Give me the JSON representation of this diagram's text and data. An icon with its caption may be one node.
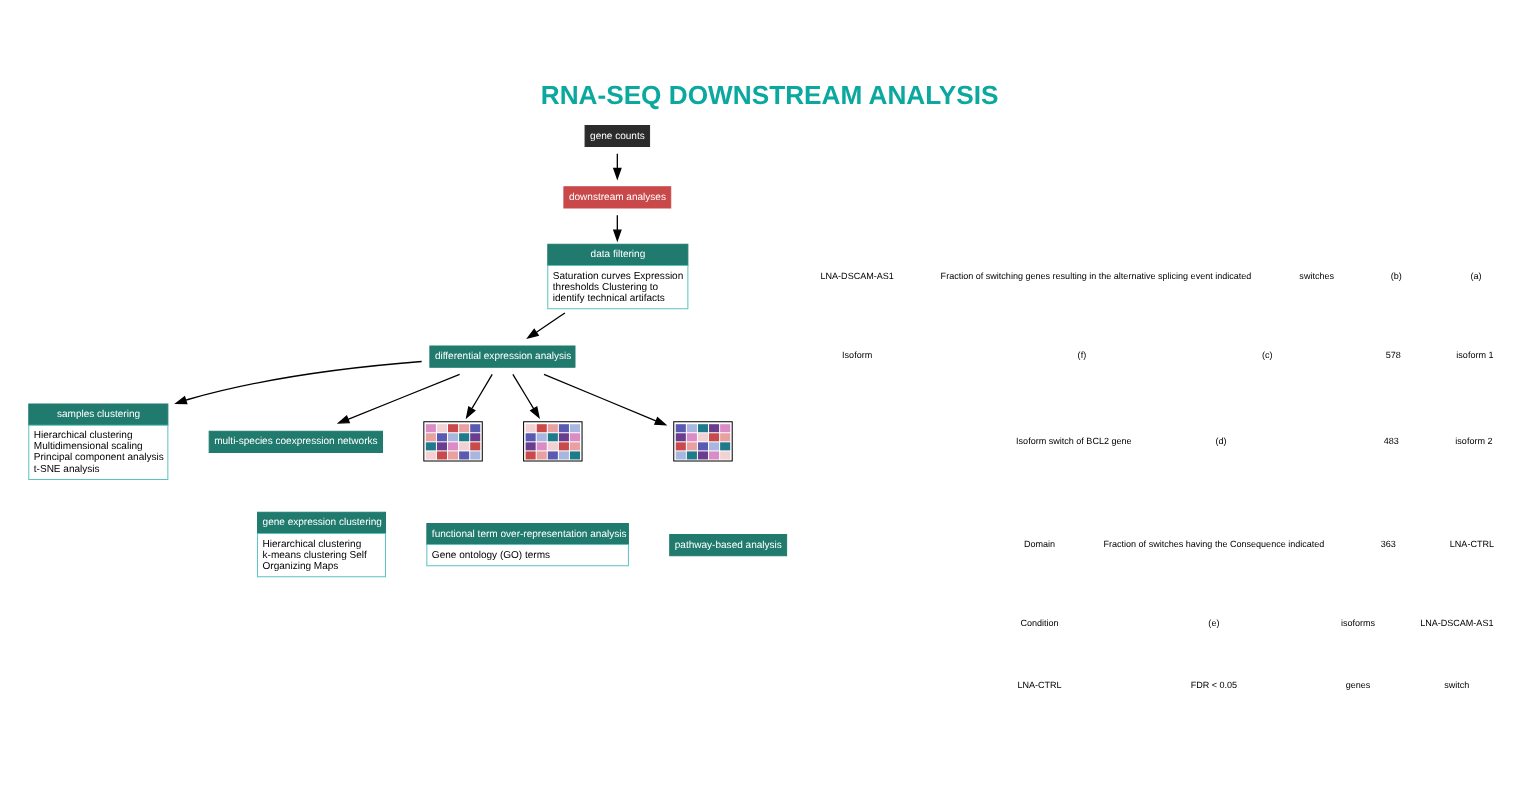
{
  "diagram": {
    "title": "RNA-SEQ DOWNSTREAM ANALYSIS",
    "nodes": [
      {
        "text": [
          "gene counts"
        ]
      },
      {
        "text": [
          "downstream analyses"
        ]
      },
      {
        "text": [
          "data filtering",
          "Saturation curves Expression thresholds Clustering to identify technical artifacts"
        ]
      },
      {
        "text": [
          "differential expression analysis"
        ]
      },
      {
        "text": [
          "samples clustering",
          "Hierarchical clustering Multidimensional scaling Principal component analysis t-SNE analysis"
        ]
      },
      {
        "text": [
          "multi-species coexpression networks"
        ]
      },
      {
        "text": [],
        "shape": "picture"
      },
      {
        "text": [],
        "shape": "picture"
      },
      {
        "text": [
          "gene expression clustering",
          "Hierarchical clustering k-means clustering Self Organizing Maps"
        ]
      },
      {
        "text": [
          "functional term over-representation analysis",
          "Gene ontology (GO) terms"
        ]
      },
      {
        "text": [],
        "shape": "picture"
      },
      {
        "text": [
          "pathway-based analysis"
        ]
      }
    ],
    "edges": [
      {
        "from": 0,
        "to": 1,
        "arrow": "to"
      },
      {
        "from": 1,
        "to": 2,
        "arrow": "to"
      },
      {
        "from": 2,
        "to": 3,
        "arrow": "to"
      },
      {
        "from": 3,
        "to": 4,
        "arrow": "to"
      },
      {
        "from": 3,
        "to": 5,
        "arrow": "to"
      },
      {
        "from": 3,
        "to": 6,
        "arrow": "to"
      },
      {
        "from": 3,
        "to": 10,
        "arrow": "to"
      },
      {
        "from": 3,
        "to": 7,
        "arrow": "to"
      }
    ],
    "labels": [
      "(a)",
      "isoform 1",
      "isoform 2",
      "LNA-CTRL",
      "LNA-DSCAM-AS1",
      "switch",
      "(b)",
      "578",
      "483",
      "363",
      "isoforms",
      "genes",
      "switches",
      "(c)",
      "(d)",
      "Fraction of switches having the Consequence indicated",
      "(e)",
      "FDR < 0.05",
      "Fraction of switching genes resulting in the alternative splicing event indicated",
      "(f)",
      "Isoform switch of BCL2 gene",
      "Domain",
      "Condition",
      "LNA-CTRL",
      "LNA-DSCAM-AS1",
      "Isoform"
    ]
  }
}
